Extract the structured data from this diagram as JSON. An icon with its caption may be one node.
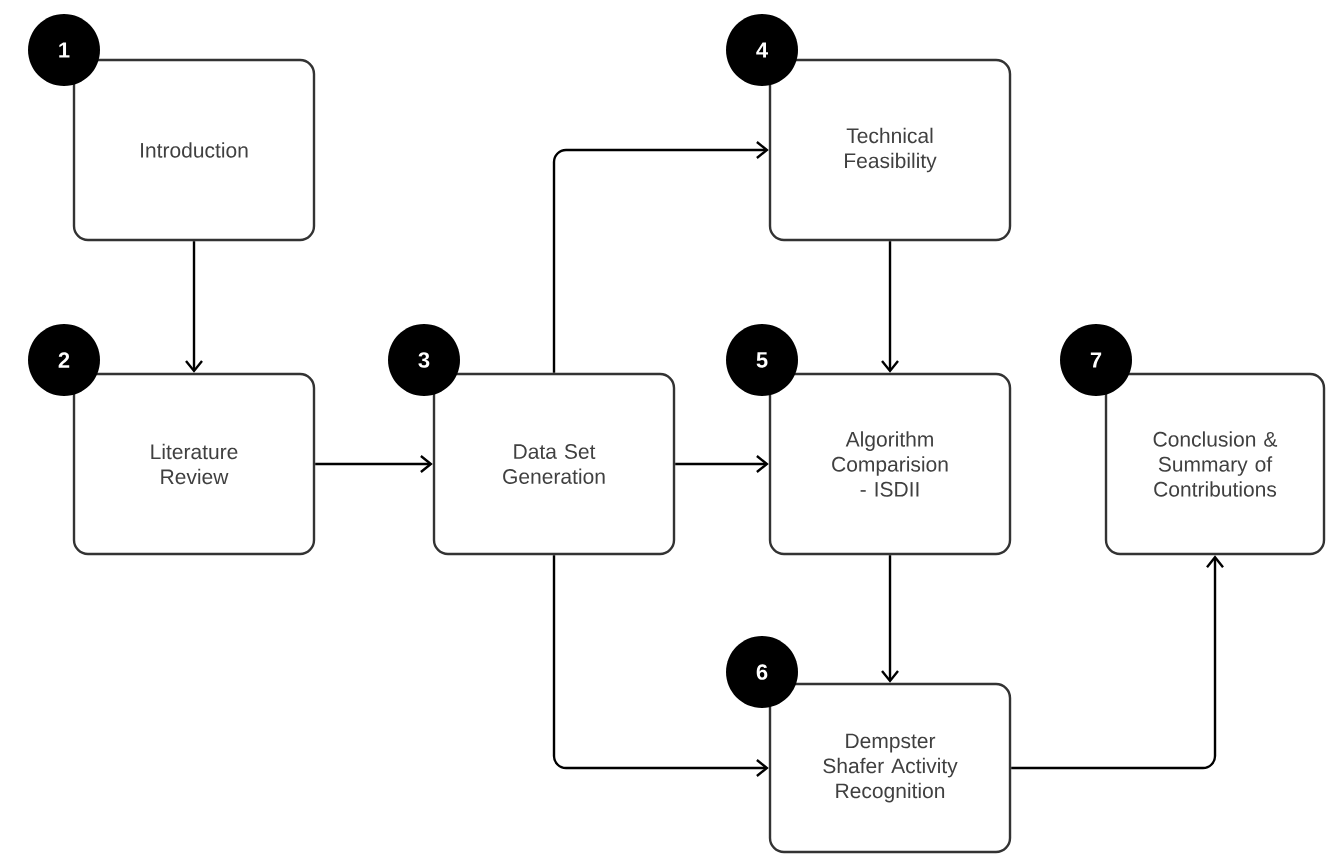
{
  "diagram": {
    "nodes": [
      {
        "text": [
          "1"
        ]
      },
      {
        "text": [
          "Introduction"
        ]
      },
      {
        "text": [
          "2"
        ]
      },
      {
        "text": [
          "Literature Review"
        ]
      },
      {
        "text": [
          "3"
        ]
      },
      {
        "text": [
          "Data Set Generation"
        ]
      },
      {
        "text": [
          "4"
        ]
      },
      {
        "text": [
          "Technical Feasibility"
        ]
      },
      {
        "text": [
          "5"
        ]
      },
      {
        "text": [
          "Algorithm Comparision - ISDII"
        ]
      },
      {
        "text": [
          "6"
        ]
      },
      {
        "text": [
          "Dempster Shafer Activity Recognition"
        ]
      },
      {
        "text": [
          "7"
        ]
      },
      {
        "text": [
          "Conclusion & Summary of Contributions"
        ]
      }
    ],
    "edges": [
      {
        "from": 1,
        "to": 3,
        "arrow": "to"
      },
      {
        "from": 3,
        "to": 5,
        "arrow": "to"
      },
      {
        "from": 5,
        "to": 7,
        "arrow": "to"
      },
      {
        "from": 5,
        "to": 9,
        "arrow": "to"
      },
      {
        "from": 5,
        "to": 11,
        "arrow": "to"
      },
      {
        "from": 7,
        "to": 9,
        "arrow": "to"
      },
      {
        "from": 9,
        "to": 11,
        "arrow": "to"
      },
      {
        "from": 11,
        "to": 13,
        "arrow": "to"
      }
    ]
  }
}
